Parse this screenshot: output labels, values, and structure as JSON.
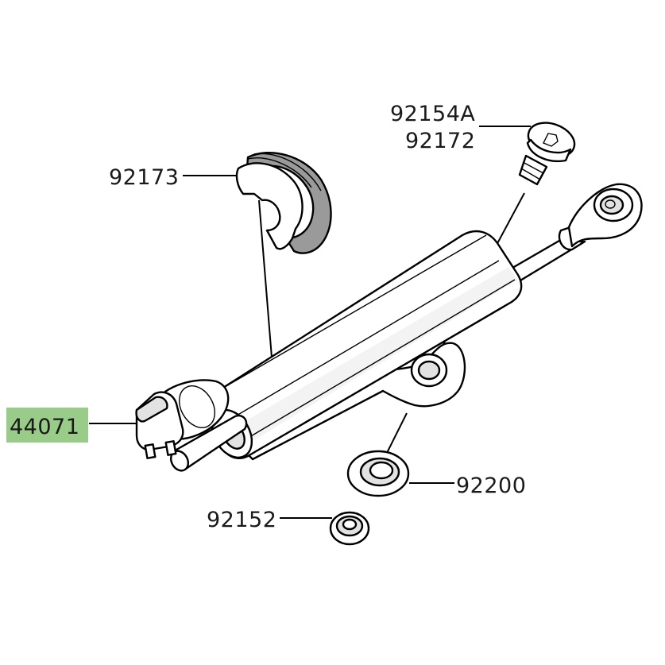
{
  "diagram": {
    "highlight_color": "#99cc88",
    "parts": [
      {
        "id": "44071",
        "label": "44071",
        "highlighted": true,
        "icon": "damper-body"
      },
      {
        "id": "92173",
        "label": "92173",
        "highlighted": false,
        "icon": "clamp-band"
      },
      {
        "id": "92154A",
        "label": "92154A",
        "highlighted": false,
        "icon": "bolt"
      },
      {
        "id": "92172",
        "label": "92172",
        "highlighted": false,
        "icon": "bolt"
      },
      {
        "id": "92200",
        "label": "92200",
        "highlighted": false,
        "icon": "washer"
      },
      {
        "id": "92152",
        "label": "92152",
        "highlighted": false,
        "icon": "bushing"
      }
    ]
  }
}
